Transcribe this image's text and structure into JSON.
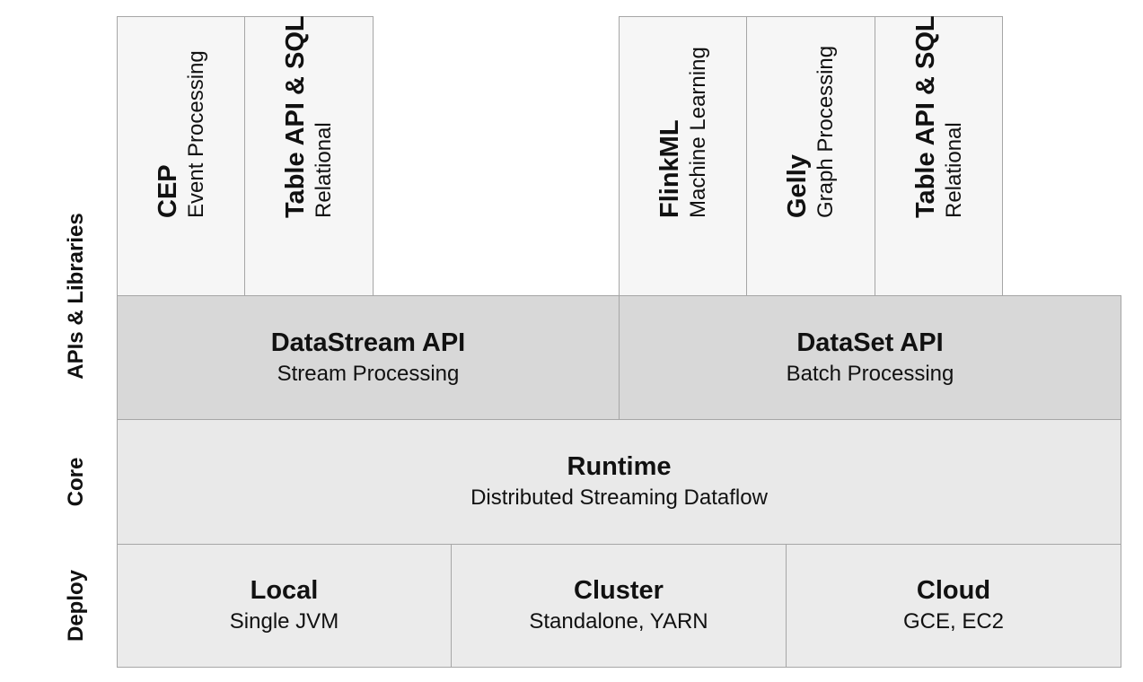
{
  "layers": {
    "apis": "APIs & Libraries",
    "core": "Core",
    "deploy": "Deploy"
  },
  "libraries": {
    "cep": {
      "title": "CEP",
      "subtitle": "Event Processing"
    },
    "table_stream": {
      "title": "Table API & SQL",
      "subtitle": "Relational"
    },
    "flinkml": {
      "title": "FlinkML",
      "subtitle": "Machine Learning"
    },
    "gelly": {
      "title": "Gelly",
      "subtitle": "Graph Processing"
    },
    "table_batch": {
      "title": "Table API & SQL",
      "subtitle": "Relational"
    }
  },
  "apis": {
    "datastream": {
      "title": "DataStream API",
      "subtitle": "Stream Processing"
    },
    "dataset": {
      "title": "DataSet API",
      "subtitle": "Batch Processing"
    }
  },
  "core": {
    "runtime": {
      "title": "Runtime",
      "subtitle": "Distributed Streaming Dataflow"
    }
  },
  "deploy": {
    "local": {
      "title": "Local",
      "subtitle": "Single JVM"
    },
    "cluster": {
      "title": "Cluster",
      "subtitle": "Standalone, YARN"
    },
    "cloud": {
      "title": "Cloud",
      "subtitle": "GCE, EC2"
    }
  }
}
